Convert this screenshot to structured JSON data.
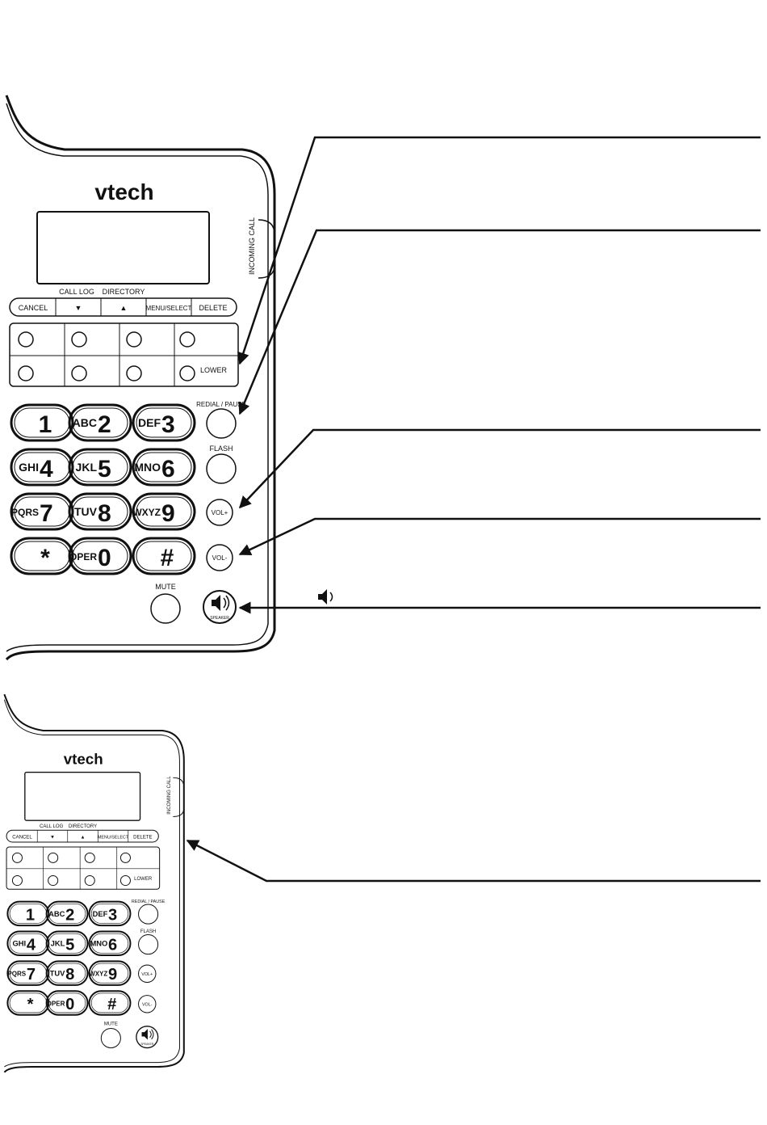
{
  "colors": {
    "ink": "#111111",
    "paper": "#ffffff"
  },
  "phone_large": {
    "brand": "vtech",
    "incoming_call_label": "INCOMING CALL",
    "above_nav_labels": [
      "CALL LOG",
      "DIRECTORY"
    ],
    "nav_keys": [
      "CANCEL",
      "▼",
      "▲",
      "MENU/SELECT",
      "DELETE"
    ],
    "memory_lower_label": "LOWER",
    "keypad": [
      {
        "letters": "",
        "digit": "1"
      },
      {
        "letters": "ABC",
        "digit": "2"
      },
      {
        "letters": "DEF",
        "digit": "3"
      },
      {
        "letters": "GHI",
        "digit": "4"
      },
      {
        "letters": "JKL",
        "digit": "5"
      },
      {
        "letters": "MNO",
        "digit": "6"
      },
      {
        "letters": "PQRS",
        "digit": "7"
      },
      {
        "letters": "TUV",
        "digit": "8"
      },
      {
        "letters": "WXYZ",
        "digit": "9"
      },
      {
        "letters": "",
        "digit": "*"
      },
      {
        "letters": "OPER",
        "digit": "0"
      },
      {
        "letters": "",
        "digit": "#"
      }
    ],
    "redial_label": "REDIAL / PAUSE",
    "flash_label": "FLASH",
    "vol_up_label": "VOL+",
    "vol_down_label": "VOL-",
    "mute_label": "MUTE",
    "speaker_label": "SPEAKER"
  },
  "phone_small": {
    "brand": "vtech",
    "incoming_call_label": "INCOMING CALL",
    "above_nav_labels": [
      "CALL LOG",
      "DIRECTORY"
    ],
    "nav_keys": [
      "CANCEL",
      "▼",
      "▲",
      "MENU/SELECT",
      "DELETE"
    ],
    "memory_lower_label": "LOWER",
    "redial_label": "REDIAL / PAUSE",
    "flash_label": "FLASH",
    "vol_up_label": "VOL+",
    "vol_down_label": "VOL-",
    "mute_label": "MUTE",
    "speaker_label": "SPEAKER"
  },
  "callouts": {
    "speaker_symbol": "speaker-icon"
  }
}
